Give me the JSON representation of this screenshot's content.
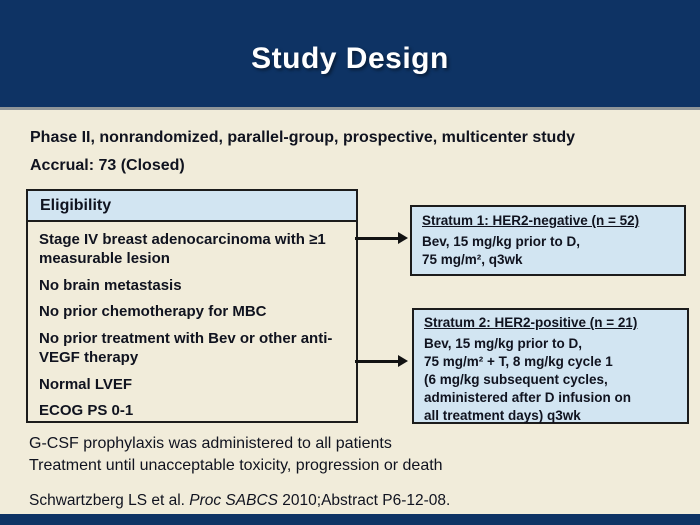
{
  "colors": {
    "navy": "#0e3364",
    "cream": "#f1ecda",
    "light_blue": "#d2e5f2",
    "line_gray": "#8f9598",
    "border_dark": "#1c1c1c",
    "text_dark": "#10131f"
  },
  "header": {
    "title": "Study Design"
  },
  "study": {
    "description": "Phase II, nonrandomized, parallel-group, prospective, multicenter study",
    "accrual": "Accrual: 73 (Closed)"
  },
  "eligibility": {
    "header": "Eligibility",
    "items": [
      "Stage IV breast adenocarcinoma with ≥1 measurable lesion",
      "No brain metastasis",
      "No prior chemotherapy for MBC",
      "No prior treatment with Bev or other anti-VEGF therapy",
      "Normal LVEF",
      "ECOG PS 0-1"
    ]
  },
  "strata": [
    {
      "title": "Stratum 1: HER2-negative (n = 52)",
      "body": "Bev, 15 mg/kg prior to D,\n75 mg/m², q3wk"
    },
    {
      "title": "Stratum 2: HER2-positive (n = 21)",
      "body": "Bev, 15 mg/kg prior to D,\n75 mg/m² + T, 8 mg/kg cycle 1\n(6 mg/kg subsequent cycles,\nadministered after D infusion on\nall treatment days) q3wk"
    }
  ],
  "notes": [
    "G-CSF prophylaxis was administered to all patients",
    "Treatment until unacceptable toxicity, progression or death"
  ],
  "citation": {
    "prefix": "Schwartzberg LS et al. ",
    "italic": "Proc SABCS",
    "suffix": " 2010;Abstract P6-12-08."
  }
}
